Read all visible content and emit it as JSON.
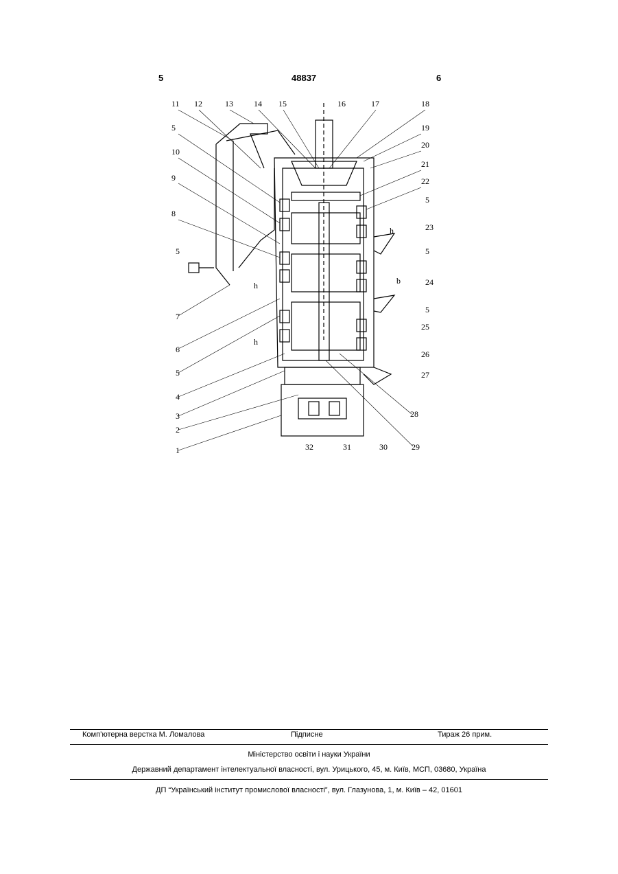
{
  "header": {
    "left_page": "5",
    "patent_number": "48837",
    "right_page": "6"
  },
  "figure": {
    "reference_numbers": [
      "1",
      "2",
      "3",
      "4",
      "5",
      "6",
      "7",
      "8",
      "9",
      "10",
      "11",
      "12",
      "13",
      "14",
      "15",
      "16",
      "17",
      "18",
      "19",
      "20",
      "21",
      "22",
      "23",
      "24",
      "25",
      "26",
      "27",
      "28",
      "29",
      "30",
      "31",
      "32"
    ],
    "dimension_labels": {
      "h": "h",
      "b": "b"
    }
  },
  "footer": {
    "typesetting": "Комп’ютерна верстка М. Ломалова",
    "signed": "Підписне",
    "circulation": "Тираж 26 прим.",
    "ministry": "Міністерство освіти і науки України",
    "department": "Державний департамент інтелектуальної власності, вул. Урицького, 45, м. Київ, МСП, 03680, Україна",
    "institute": "ДП “Український інститут промислової власності”, вул. Глазунова, 1, м. Київ – 42, 01601"
  }
}
